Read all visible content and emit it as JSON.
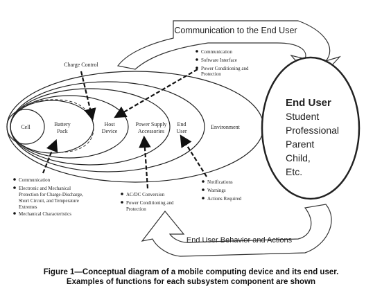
{
  "top_arrow_label": "Communication to the End User",
  "bottom_arrow_label": "End User Behavior and Actions",
  "charge_control_label": "Charge Control",
  "layers": {
    "cell": "Cell",
    "battery": [
      "Battery",
      "Pack"
    ],
    "host": [
      "Host",
      "Device"
    ],
    "power_supply": [
      "Power Supply",
      "Accessories"
    ],
    "end_user_layer": [
      "End",
      "User"
    ],
    "environment": "Environment"
  },
  "end_user_box": {
    "title": "End User",
    "lines": [
      "Student",
      "Professional",
      "Parent",
      "Child,",
      "Etc."
    ]
  },
  "top_bullets": [
    [
      "Communication"
    ],
    [
      "Software Interface"
    ],
    [
      "Power Conditioning and",
      "Protection"
    ]
  ],
  "left_bullets": [
    [
      "Communication"
    ],
    [
      "Electronic and Mechanical",
      "Protection for Charge-Discharge,",
      "Short Circuit, and Temperature",
      "Extremes"
    ],
    [
      "Mechanical Characteristics"
    ]
  ],
  "middle_bullets": [
    [
      "AC/DC Conversion"
    ],
    [
      "Power Conditioning and",
      "Protection"
    ]
  ],
  "right_bullets": [
    [
      "Notifications"
    ],
    [
      "Warnings"
    ],
    [
      "Actions Required"
    ]
  ],
  "caption": {
    "line1": "Figure 1—Conceptual diagram of a mobile computing device and its end user.",
    "line2": "Examples of functions for each subsystem component are shown"
  }
}
